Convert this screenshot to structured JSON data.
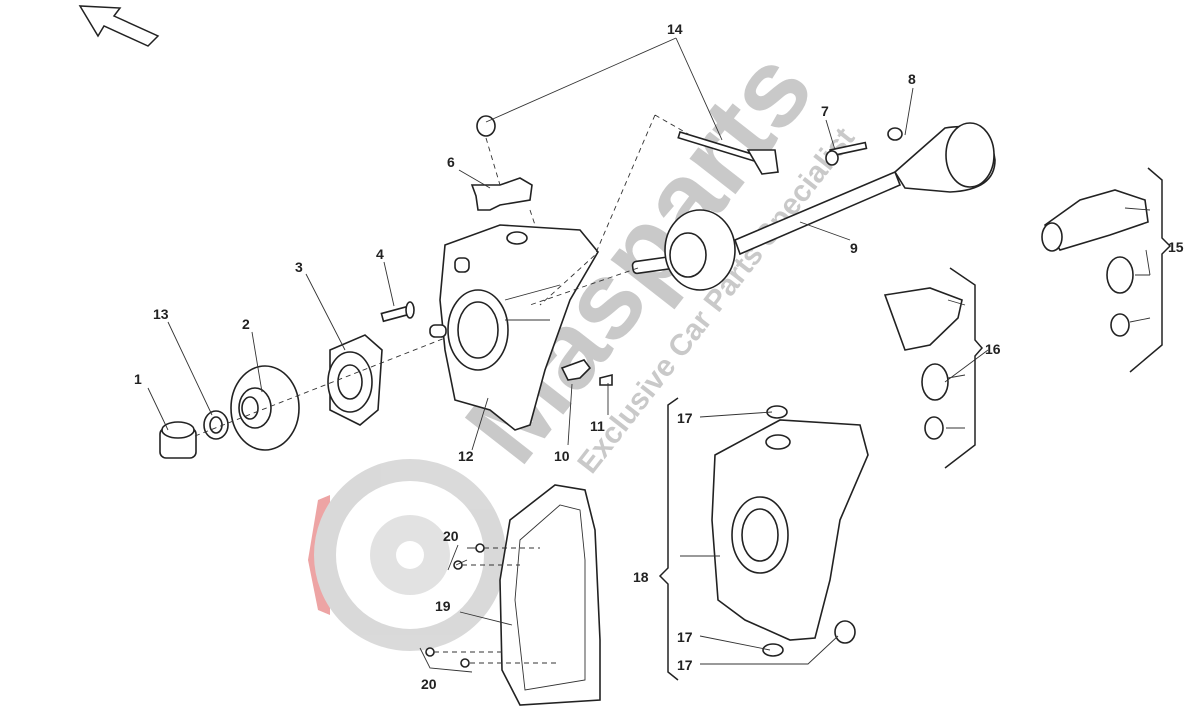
{
  "diagram": {
    "watermark": {
      "brand": "Masparts",
      "tagline": "Exclusive Car Parts Specialist",
      "brand_color": "#e05a5a"
    },
    "orientation_arrow": "arrow-up-left-icon",
    "callouts": {
      "c1": "1",
      "c2": "2",
      "c3": "3",
      "c4": "4",
      "c6": "6",
      "c7": "7",
      "c8": "8",
      "c9": "9",
      "c10": "10",
      "c11": "11",
      "c12": "12",
      "c13": "13",
      "c14": "14",
      "c15": "15",
      "c16": "16",
      "c17a": "17",
      "c17b": "17",
      "c17c": "17",
      "c18": "18",
      "c19": "19",
      "c20a": "20",
      "c20b": "20"
    }
  }
}
